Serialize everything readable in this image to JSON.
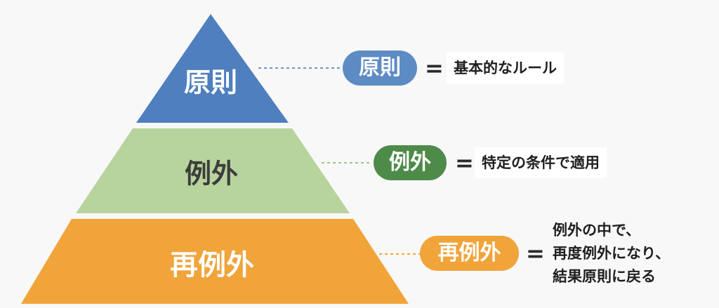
{
  "tiers": [
    {
      "label": "原則",
      "color": "#4f7fbe"
    },
    {
      "label": "例外",
      "color": "#b7d49d"
    },
    {
      "label": "再例外",
      "color": "#f0a43a"
    }
  ],
  "callouts": [
    {
      "pill": "原則",
      "pill_color": "#5d8bc4",
      "equals": "=",
      "description": "基本的なルール"
    },
    {
      "pill": "例外",
      "pill_color": "#4e8b49",
      "equals": "=",
      "description": "特定の条件で適用"
    },
    {
      "pill": "再例外",
      "pill_color": "#f0a43a",
      "equals": "=",
      "description_lines": [
        "例外の中で、",
        "再度例外になり、",
        "結果原則に戻る"
      ]
    }
  ]
}
